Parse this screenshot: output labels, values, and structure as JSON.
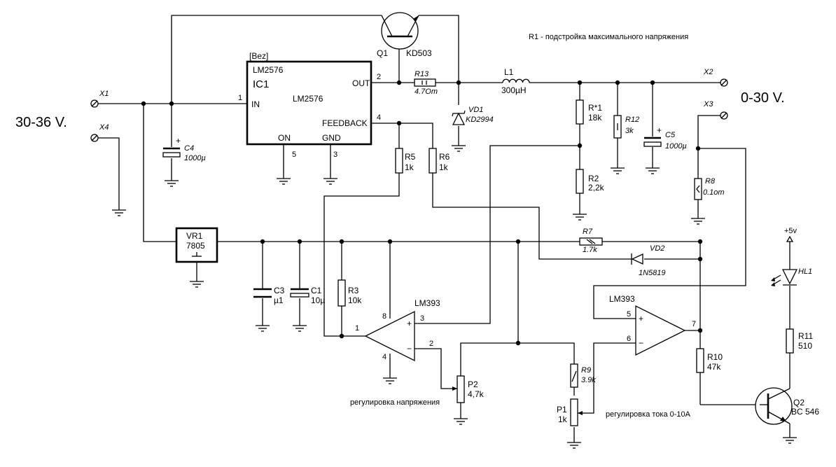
{
  "labels": {
    "x1": "X1",
    "x2": "X2",
    "x3": "X3",
    "x4": "X4",
    "input_voltage": "30-36 V.",
    "output_voltage": "0-30 V.",
    "r1_note": "R1 - подстройка максимального напряжения",
    "q1_name": "Q1",
    "q1_type": "KD503",
    "ic1_bez": "[Bez]",
    "ic1_model_top": "LM2576",
    "ic1_name": "IC1",
    "ic1_model_mid": "LM2576",
    "ic1_in": "IN",
    "ic1_out": "OUT",
    "ic1_on": "ON",
    "ic1_gnd": "GND",
    "ic1_feedback": "FEEDBACK",
    "pin1": "1",
    "pin2": "2",
    "pin3": "3",
    "pin4": "4",
    "pin5": "5",
    "r13_name": "R13",
    "r13_val": "4.7Om",
    "l1_name": "L1",
    "l1_val": "300µH",
    "vd1_name": "VD1",
    "vd1_type": "KD2994",
    "rs1_name": "R*1",
    "rs1_val": "18k",
    "r12_name": "R12",
    "r12_val": "3k",
    "c5_name": "C5",
    "c5_val": "1000µ",
    "c5_plus": "+",
    "c4_name": "C4",
    "c4_val": "1000µ",
    "c4_plus": "+",
    "r2_name": "R2",
    "r2_val": "2,2k",
    "r5_name": "R5",
    "r5_val": "1k",
    "r6_name": "R6",
    "r6_val": "1k",
    "r8_name": "R8",
    "r8_val": "0.1om",
    "vr1_name": "VR1",
    "vr1_type": "7805",
    "r7_name": "R7",
    "r7_val": "1.7k",
    "vd2_name": "VD2",
    "vd2_type": "1N5819",
    "c3_name": "C3",
    "c3_val": "µ1",
    "c1_name": "C1",
    "c1_val": "10µ",
    "r3_name": "R3",
    "r3_val": "10k",
    "u1_name": "LM393",
    "u1_p8": "8",
    "u1_p3": "3",
    "u1_p2": "2",
    "u1_p1": "1",
    "u1_p4": "4",
    "u2_name": "LM393",
    "u2_p5": "5",
    "u2_p6": "6",
    "u2_p7": "7",
    "plus_sign": "+",
    "minus_sign": "−",
    "p2_name": "P2",
    "p2_val": "4,7k",
    "p2_note": "регулировка напряжения",
    "r9_name": "R9",
    "r9_val": "3.9k",
    "p1_name": "P1",
    "p1_val": "1k",
    "p1_note": "регулировка тока 0-10А",
    "r10_name": "R10",
    "r10_val": "47k",
    "hl1_name": "HL1",
    "supply": "+5v",
    "r11_name": "R11",
    "r11_val": "510",
    "q2_name": "Q2",
    "q2_type": "BC 546"
  }
}
